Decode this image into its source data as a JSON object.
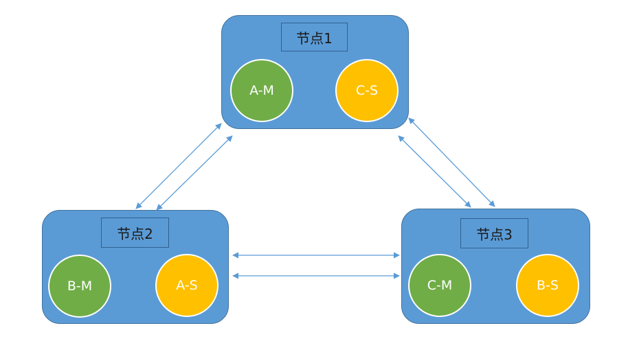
{
  "colors": {
    "node_fill": "#5b9bd5",
    "node_border": "#41719c",
    "master_fill": "#70ad47",
    "slave_fill": "#ffc000",
    "link": "#5b9bd5"
  },
  "nodes": [
    {
      "label": "节点1",
      "master": "A-M",
      "slave": "C-S"
    },
    {
      "label": "节点2",
      "master": "B-M",
      "slave": "A-S"
    },
    {
      "label": "节点3",
      "master": "C-M",
      "slave": "B-S"
    }
  ],
  "links": [
    {
      "between": [
        "节点1",
        "节点2"
      ],
      "type": "bidirectional",
      "count": 2
    },
    {
      "between": [
        "节点1",
        "节点3"
      ],
      "type": "bidirectional",
      "count": 2
    },
    {
      "between": [
        "节点2",
        "节点3"
      ],
      "type": "bidirectional",
      "count": 2
    }
  ]
}
